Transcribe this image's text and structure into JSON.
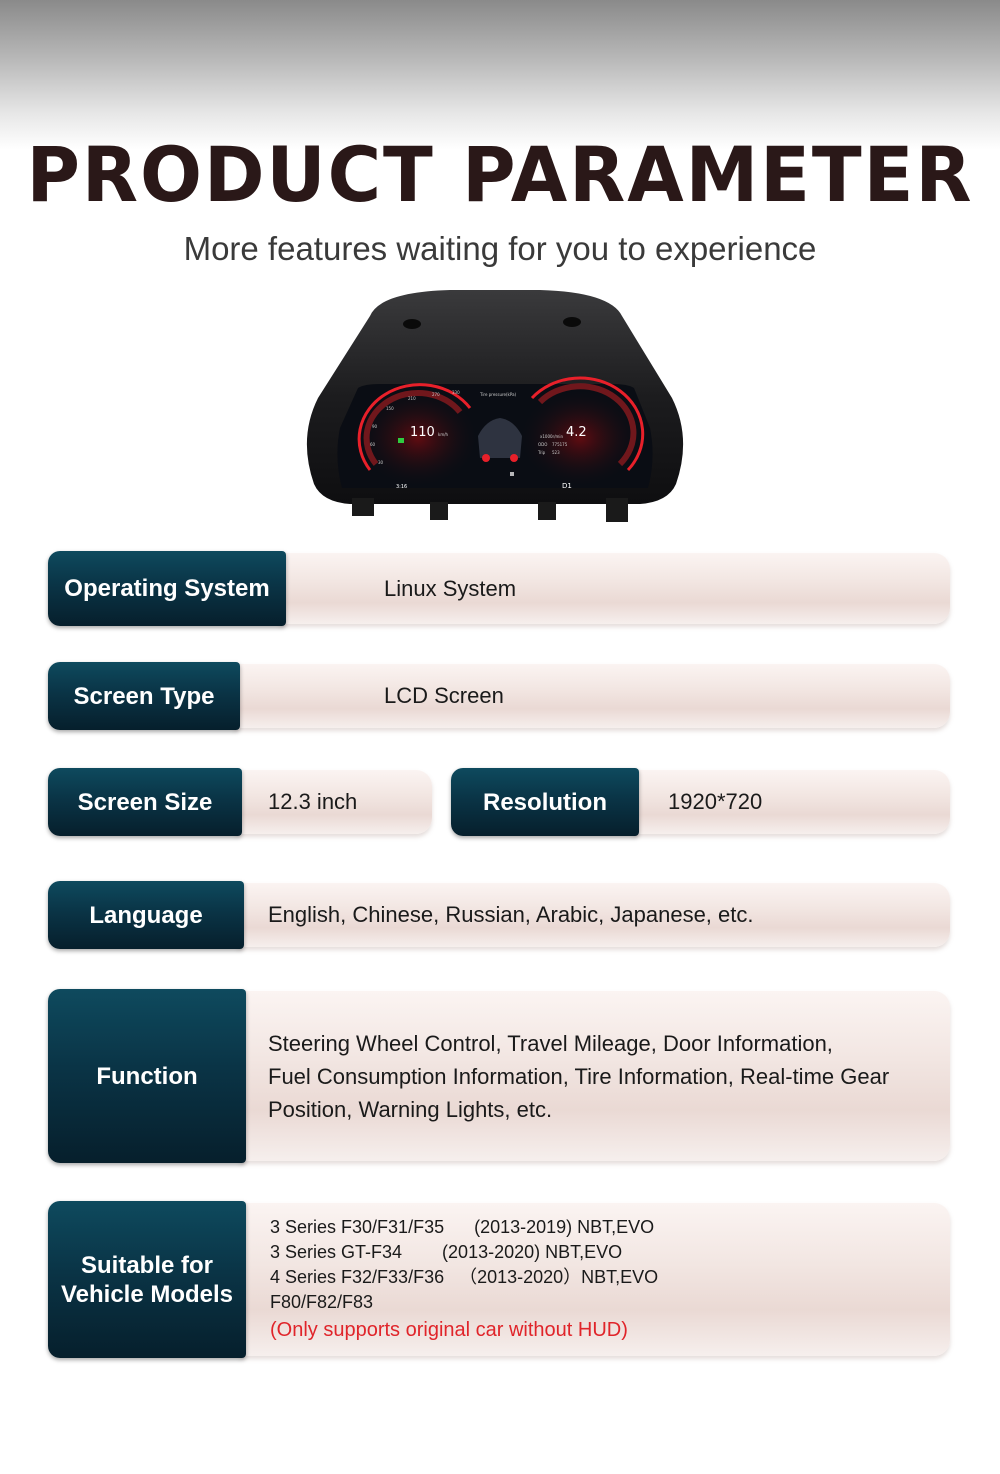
{
  "header": {
    "title": "PRODUCT PARAMETER",
    "subtitle": "More features waiting for you to experience"
  },
  "cluster_display": {
    "speed": "110",
    "speed_unit": "km/h",
    "rpm": "4.2",
    "rpm_unit": "x1000r/min",
    "gear": "D1",
    "time": "3:16",
    "odo_label": "ODO",
    "odo_value": "775175",
    "trip_label": "Trip",
    "trip_value": "523",
    "tire_label": "Tire pressure(kPa)",
    "scale_labels": [
      "30",
      "60",
      "90",
      "150",
      "210",
      "270",
      "330"
    ],
    "colors": {
      "accent_red": "#e8202a",
      "screen_bg": "#0a0d14",
      "housing": "#1c1c1e"
    }
  },
  "params": {
    "os": {
      "label": "Operating System",
      "value": "Linux System"
    },
    "screen_type": {
      "label": "Screen Type",
      "value": "LCD Screen"
    },
    "screen_size": {
      "label": "Screen Size",
      "value": "12.3 inch"
    },
    "resolution": {
      "label": "Resolution",
      "value": "1920*720"
    },
    "language": {
      "label": "Language",
      "value": "English, Chinese, Russian, Arabic, Japanese, etc."
    },
    "function": {
      "label": "Function",
      "lines": [
        "Steering Wheel Control, Travel Mileage, Door Information,",
        "Fuel Consumption Information, Tire Information, Real-time Gear",
        "Position, Warning Lights, etc."
      ]
    },
    "vehicles": {
      "label_line1": "Suitable for",
      "label_line2": "Vehicle Models",
      "lines": [
        "3 Series F30/F31/F35      (2013-2019) NBT,EVO",
        "3 Series GT-F34        (2013-2020) NBT,EVO",
        "4 Series F32/F33/F36   （2013-2020）NBT,EVO",
        "F80/F82/F83"
      ],
      "note": "(Only supports original car without HUD)"
    }
  },
  "colors": {
    "label_bg": "#0a3446",
    "value_bg": "#f2e6e2",
    "title": "#2a1818",
    "note": "#e0242a"
  }
}
